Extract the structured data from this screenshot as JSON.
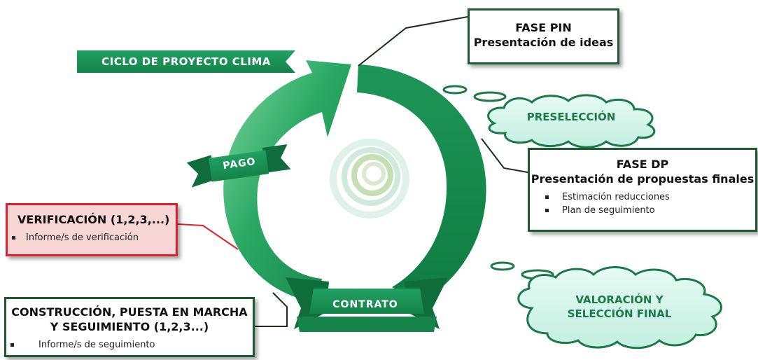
{
  "title_ribbon": {
    "label": "CICLO DE PROYECTO CLIMA"
  },
  "phase_pin": {
    "title_line1": "FASE PIN",
    "title_line2": "Presentación de ideas"
  },
  "phase_dp": {
    "title_line1": "FASE DP",
    "title_line2": "Presentación de propuestas finales",
    "items": [
      "Estimación reducciones",
      "Plan de seguimiento"
    ]
  },
  "verificacion": {
    "title": "VERIFICACIÓN (1,2,3,...)",
    "items": [
      "Informe/s de verificación"
    ]
  },
  "construccion": {
    "title_line1": "CONSTRUCCIÓN, PUESTA EN MARCHA",
    "title_line2": "Y SEGUIMIENTO (1,2,3...)",
    "items": [
      "Informe/s de seguimiento"
    ]
  },
  "ribbons": {
    "pago": "PAGO",
    "contrato": "CONTRATO"
  },
  "clouds": {
    "preseleccion": "PRESELECCIÓN",
    "valoracion_line1": "VALORACIÓN Y",
    "valoracion_line2": "SELECCIÓN FINAL"
  },
  "colors": {
    "arrow_green": "#1f9a5a",
    "box_border": "#1c5a30",
    "red_border": "#e0202a",
    "red_fill": "#f8d6d6",
    "cloud_fill": "#d6f6ec",
    "cloud_text": "#1c7a48"
  }
}
